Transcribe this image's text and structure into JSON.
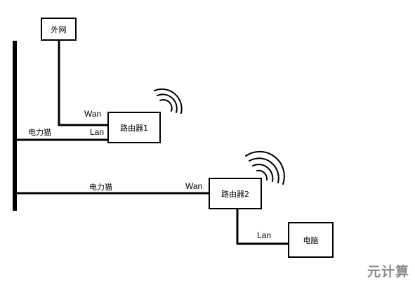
{
  "diagram": {
    "nodes": {
      "internet": "外网",
      "router1": "路由器1",
      "router2": "路由器2",
      "computer": "电脑"
    },
    "labels": {
      "wan1": "Wan",
      "lan1": "Lan",
      "wan2": "Wan",
      "lan2": "Lan",
      "powerline1": "电力猫",
      "powerline2": "电力猫"
    },
    "colors": {
      "line": "#000000",
      "background": "#ffffff"
    }
  },
  "watermark": "元计算"
}
